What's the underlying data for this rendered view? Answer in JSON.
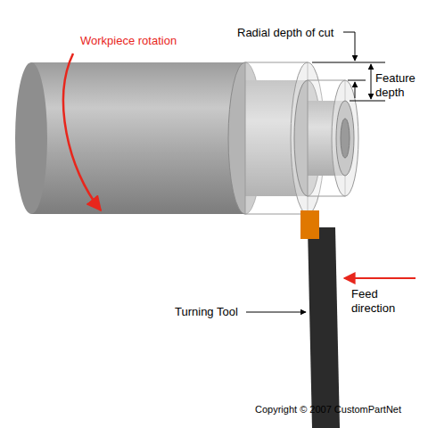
{
  "diagram": {
    "labels": [
      "Workpiece rotation",
      "Radial depth of cut",
      "Feature depth",
      "Feed direction",
      "Turning Tool",
      "Copyright © 2007 CustomPartNet"
    ]
  }
}
